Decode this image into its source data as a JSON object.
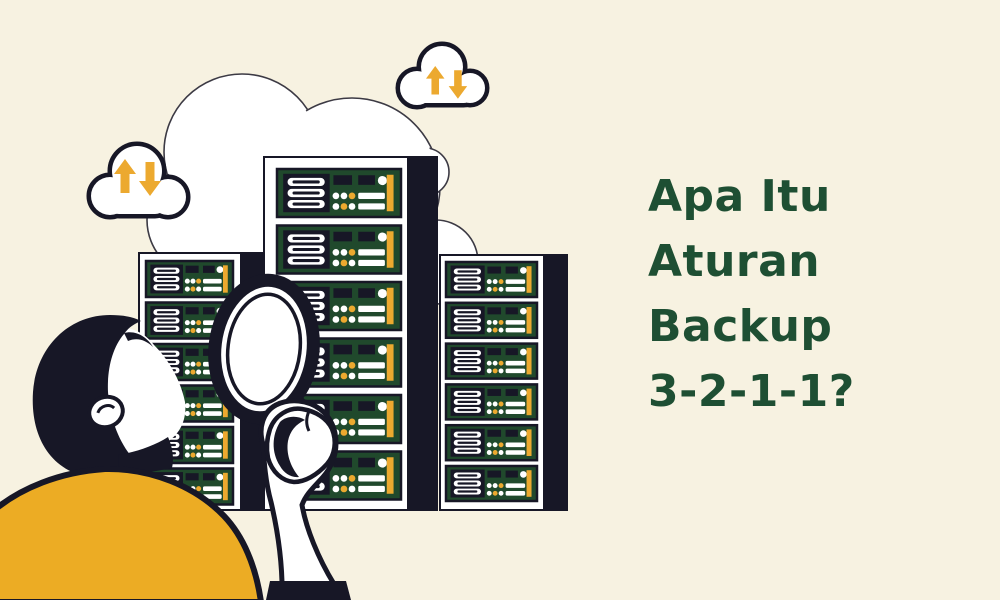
{
  "title": {
    "lines": [
      "Apa Itu",
      "Aturan",
      "Backup",
      "3-2-1-1?"
    ],
    "color": "#1E4F33"
  },
  "palette": {
    "ink": "#171726",
    "cream_background": "#F7F2E1",
    "white": "#FFFFFF",
    "server_green": "#20492C",
    "accent_yellow": "#ECA92F",
    "shirt_yellow": "#ECAC24",
    "cloud_outline": "#3C3A44"
  },
  "illustration": {
    "description": "Person in yellow shirt holding a magnifying glass, inspecting three server racks with cloud sync symbols",
    "icons": [
      "cloud-sync-icon",
      "sync-arrows-icon",
      "magnifying-glass-icon",
      "server-rack-icon"
    ],
    "racks": [
      {
        "name": "left-rack",
        "units": 6
      },
      {
        "name": "middle-rack",
        "units": 6
      },
      {
        "name": "right-rack",
        "units": 6
      }
    ],
    "sync_clouds": 2,
    "unit_dot_rows": [
      [
        "#FFFFFF",
        "#FFFFFF",
        "#ECA92F"
      ],
      [
        "#FFFFFF",
        "#ECA92F",
        "#FFFFFF"
      ]
    ]
  }
}
